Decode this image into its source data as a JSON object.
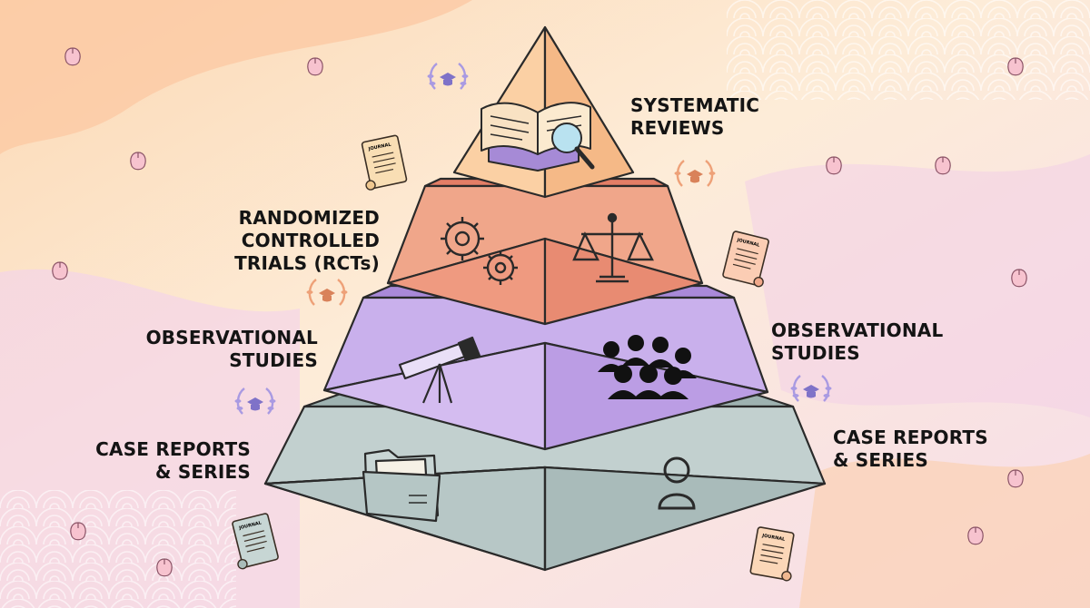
{
  "tiers": [
    {
      "id": "apex",
      "fill": "#f8c99a",
      "label_right": [
        "SYSTEMATIC",
        "REVIEWS"
      ],
      "icons": [
        "book-magnifier-icon"
      ]
    },
    {
      "id": "rct",
      "fill": "#ef9a80",
      "label_left": [
        "RANDOMIZED",
        "CONTROLLED",
        "TRIALS (RCTs)"
      ],
      "icons": [
        "gears-icon",
        "scales-icon"
      ]
    },
    {
      "id": "observational",
      "fill": "#c9a8e8",
      "label_left": [
        "OBSERVATIONAL",
        "STUDIES"
      ],
      "label_right": [
        "OBSERVATIONAL",
        "STUDIES"
      ],
      "icons": [
        "telescope-icon",
        "crowd-icon"
      ]
    },
    {
      "id": "case",
      "fill": "#b7c7c6",
      "label_left": [
        "CASE REPORTS",
        "& SERIES"
      ],
      "label_right": [
        "CASE REPORTS",
        "& SERIES"
      ],
      "icons": [
        "folder-icon",
        "person-icon"
      ]
    }
  ],
  "decor": {
    "journal_text": "JOURNAL",
    "icons": [
      "laurel-cap-icon",
      "journal-scroll-icon",
      "petal-icon",
      "wave-pattern"
    ]
  },
  "colors": {
    "outline": "#2a2a2a",
    "background": "#fde9d3",
    "accent_purple": "#c9b3ee"
  }
}
